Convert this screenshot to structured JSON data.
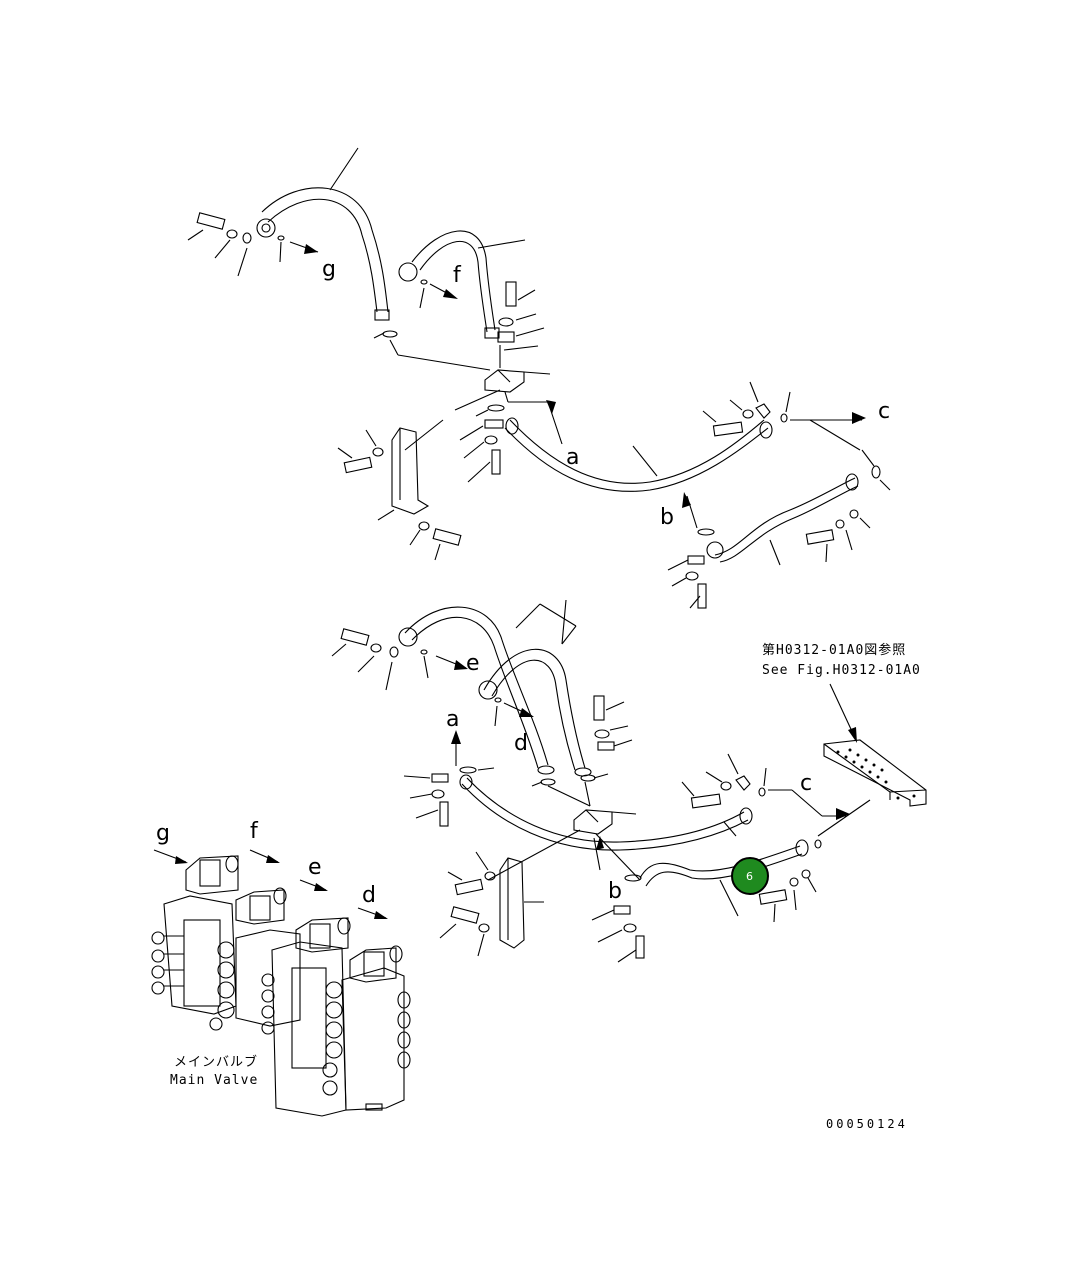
{
  "callout_letters": {
    "a_top": "a",
    "b_top": "b",
    "c_top": "c",
    "f_top": "f",
    "g_top": "g",
    "a_bottom": "a",
    "b_bottom": "b",
    "c_bottom": "c",
    "d_bottom": "d",
    "e_bottom": "e",
    "d_valve": "d",
    "e_valve": "e",
    "f_valve": "f",
    "g_valve": "g"
  },
  "reference_note": {
    "japanese": "第H0312-01A0図参照",
    "english": "See Fig.H0312-01A0"
  },
  "main_valve_label": {
    "japanese": "メインバルブ",
    "english": "Main Valve"
  },
  "drawing_number": "00050124",
  "part_badge": {
    "number": "6",
    "color": "#1f8a1f"
  }
}
